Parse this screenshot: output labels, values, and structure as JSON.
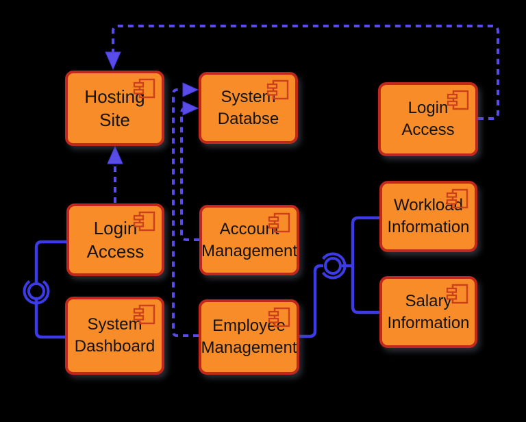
{
  "diagram_type": "UML component diagram",
  "background": "#000000",
  "palette": {
    "box_fill": "#f78c28",
    "box_border": "#c0281c",
    "icon_stroke": "#cc3f1c",
    "solid_connector": "#3d3ae8",
    "dashed_connector": "#5a4ce8",
    "text": "#131313"
  },
  "components": [
    {
      "id": "hosting-site",
      "line1": "Hosting",
      "line2": "Site"
    },
    {
      "id": "system-databse",
      "line1": "System",
      "line2": "Databse"
    },
    {
      "id": "login-access-top-right",
      "line1": "Login",
      "line2": "Access"
    },
    {
      "id": "login-access-left",
      "line1": "Login",
      "line2": "Access"
    },
    {
      "id": "account-management",
      "line1": "Account",
      "line2": "Management"
    },
    {
      "id": "workload-information",
      "line1": "Workload",
      "line2": "Information"
    },
    {
      "id": "system-dashboard",
      "line1": "System",
      "line2": "Dashboard"
    },
    {
      "id": "employee-management",
      "line1": "Employee",
      "line2": "Management"
    },
    {
      "id": "salary-information",
      "line1": "Salary",
      "line2": "Information"
    }
  ],
  "connectors": [
    {
      "from": "login-access-left",
      "to": "hosting-site",
      "style": "dashed",
      "arrowhead": "at-hosting-site-bottom"
    },
    {
      "from": "login-access-top-right",
      "to": "hosting-site",
      "style": "dashed",
      "arrowhead": "at-hosting-site-top",
      "route": "over-the-top"
    },
    {
      "from": "employee-management",
      "to": "system-databse",
      "style": "dashed",
      "arrowhead": "at-system-databse-left"
    },
    {
      "from": "account-management",
      "to": "system-databse",
      "style": "dashed",
      "arrowhead": "at-system-databse-left"
    },
    {
      "from": "login-access-left",
      "to": "system-dashboard",
      "style": "solid-ball-socket"
    },
    {
      "from": "employee-management",
      "to": "workload-information",
      "style": "solid-ball-socket"
    },
    {
      "from": "employee-management",
      "to": "salary-information",
      "style": "solid-ball-socket"
    }
  ]
}
